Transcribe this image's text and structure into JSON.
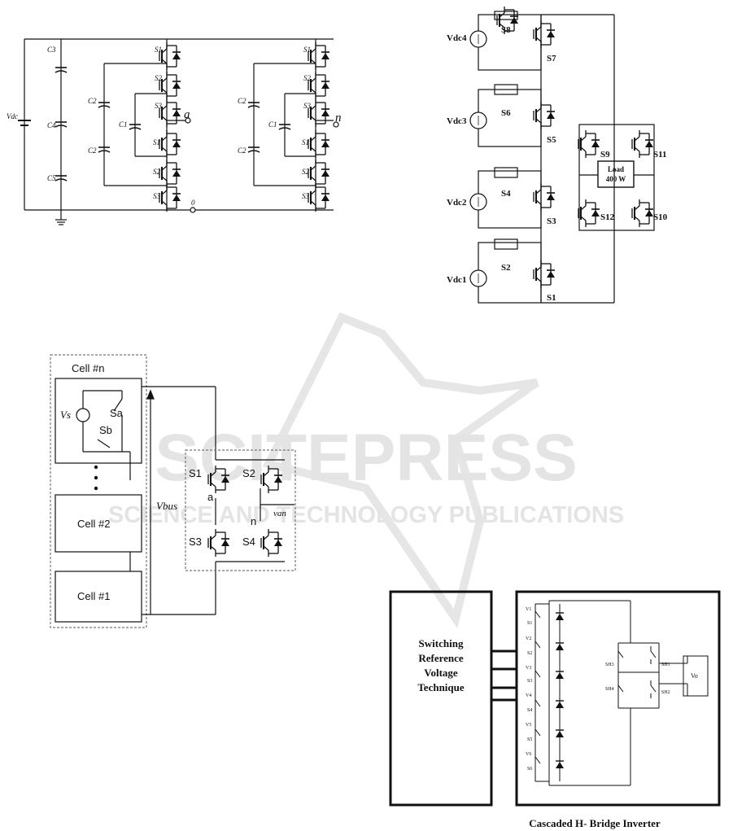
{
  "watermark": {
    "title": "SCITEPRESS",
    "subtitle": "SCIENCE AND TECHNOLOGY PUBLICATIONS"
  },
  "fig1": {
    "vdc": "Vdc",
    "caps_left": [
      "C3",
      "C4",
      "C5"
    ],
    "caps_mid": [
      "C2",
      "C1",
      "C2"
    ],
    "caps_right": [
      "C2",
      "C1",
      "C2"
    ],
    "switches_left": [
      "S1",
      "S2",
      "S3",
      "S1'",
      "S2'",
      "S3'"
    ],
    "switches_right": [
      "S1",
      "S2",
      "S3",
      "S1'",
      "S2'",
      "S3'"
    ],
    "node_a": "a",
    "node_n": "n",
    "node_0": "0"
  },
  "fig2": {
    "sources": [
      "Vdc4",
      "Vdc3",
      "Vdc2",
      "Vdc1"
    ],
    "aux_switches": [
      "S8",
      "S6",
      "S4",
      "S2"
    ],
    "main_switches": [
      "S7",
      "S5",
      "S3",
      "S1"
    ],
    "bridge_switches": [
      "S9",
      "S11",
      "S12",
      "S10"
    ],
    "load_line1": "Load",
    "load_line2": "400 W"
  },
  "fig3": {
    "cell_n": "Cell #n",
    "cell_2": "Cell #2",
    "cell_1": "Cell #1",
    "vs": "Vs",
    "sa": "Sa",
    "sb": "Sb",
    "vbus": "Vbus",
    "s1": "S1",
    "s2": "S2",
    "s3": "S3",
    "s4": "S4",
    "node_a": "a",
    "node_n": "n",
    "van": "van"
  },
  "fig4": {
    "block_line1": "Switching",
    "block_line2": "Reference",
    "block_line3": "Voltage",
    "block_line4": "Technique",
    "sources": [
      "V1",
      "V2",
      "V3",
      "V4",
      "V5",
      "V6"
    ],
    "switches": [
      "S1",
      "S2",
      "S3",
      "S4",
      "S5",
      "S6"
    ],
    "sh3": "SH3",
    "sh1": "SH1",
    "sh4": "SH4",
    "sh2": "SH2",
    "vo": "Vo",
    "caption": "Cascaded H- Bridge Inverter"
  }
}
